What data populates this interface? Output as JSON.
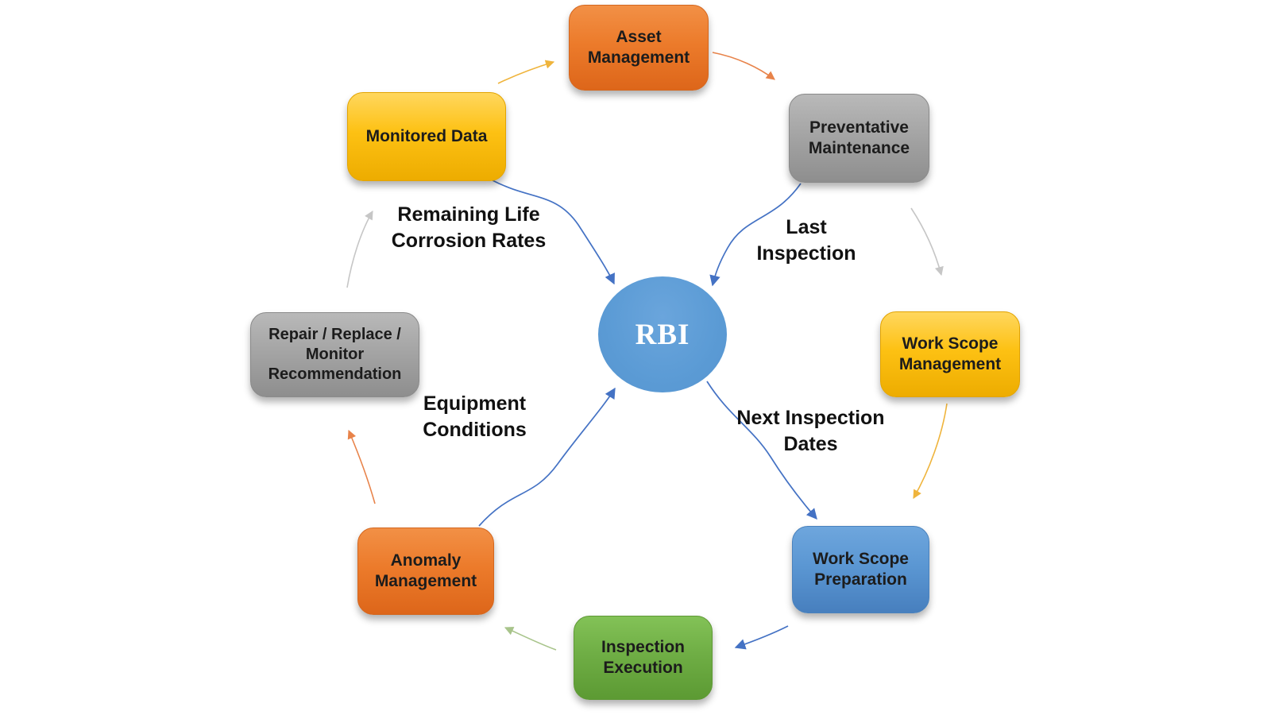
{
  "diagram": {
    "center": {
      "label": "RBI",
      "color": "#5B9BD5"
    },
    "nodes": [
      {
        "id": "asset-management",
        "label": "Asset\nManagement",
        "color": "#ED7D31"
      },
      {
        "id": "preventative-maintenance",
        "label": "Preventative\nMaintenance",
        "color": "#A6A6A6"
      },
      {
        "id": "work-scope-management",
        "label": "Work Scope\nManagement",
        "color": "#FFC000"
      },
      {
        "id": "work-scope-preparation",
        "label": "Work Scope\nPreparation",
        "color": "#5B9BD5"
      },
      {
        "id": "inspection-execution",
        "label": "Inspection\nExecution",
        "color": "#70AD47"
      },
      {
        "id": "anomaly-management",
        "label": "Anomaly\nManagement",
        "color": "#ED7D31"
      },
      {
        "id": "repair-replace-monitor",
        "label": "Repair / Replace /\nMonitor\nRecommendation",
        "color": "#A6A6A6"
      },
      {
        "id": "monitored-data",
        "label": "Monitored Data",
        "color": "#FFC000"
      }
    ],
    "flow_labels": [
      {
        "id": "remaining-life",
        "text": "Remaining Life\nCorrosion Rates"
      },
      {
        "id": "last-inspection",
        "text": "Last\nInspection"
      },
      {
        "id": "next-inspection-dates",
        "text": "Next Inspection\nDates"
      },
      {
        "id": "equipment-conditions",
        "text": "Equipment\nConditions"
      }
    ],
    "colors": {
      "arrow_blue": "#4472C4",
      "arrow_gold": "#EFB43C",
      "arrow_orange": "#E8834A",
      "arrow_gray": "#C6C6C6",
      "arrow_green": "#A8C48B",
      "background": "#FFFFFF"
    }
  }
}
